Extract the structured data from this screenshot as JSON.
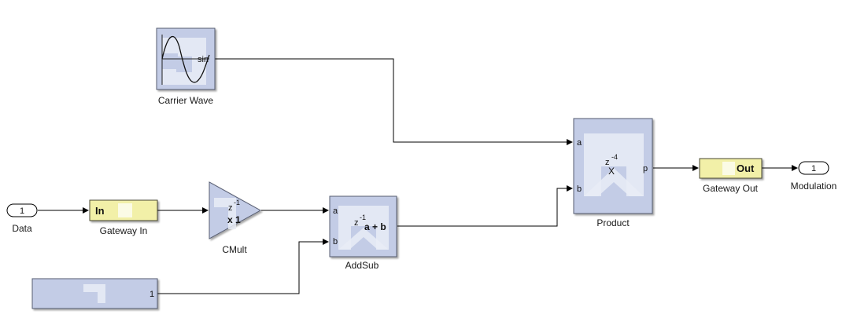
{
  "blocks": {
    "carrier_wave": {
      "label": "Carrier Wave",
      "port_out": "sin"
    },
    "product": {
      "label": "Product",
      "port_a": "a",
      "port_b": "b",
      "port_p": "p",
      "delay": "z",
      "delay_exp": "-4",
      "op": "X"
    },
    "gateway_out": {
      "label": "Gateway Out",
      "text": "Out"
    },
    "modulation": {
      "label": "Modulation",
      "number": "1"
    },
    "data": {
      "label": "Data",
      "number": "1"
    },
    "gateway_in": {
      "label": "Gateway In",
      "text": "In"
    },
    "cmult": {
      "label": "CMult",
      "delay": "z",
      "delay_exp": "-1",
      "gain": "x 1"
    },
    "addsub": {
      "label": "AddSub",
      "port_a": "a",
      "port_b": "b",
      "delay": "z",
      "delay_exp": "-1",
      "op": "a + b"
    },
    "constant": {
      "value": "1"
    }
  },
  "colors": {
    "block_fill": "#c3cce6",
    "gateway_fill": "#f2f0a8",
    "wire": "#000000"
  }
}
